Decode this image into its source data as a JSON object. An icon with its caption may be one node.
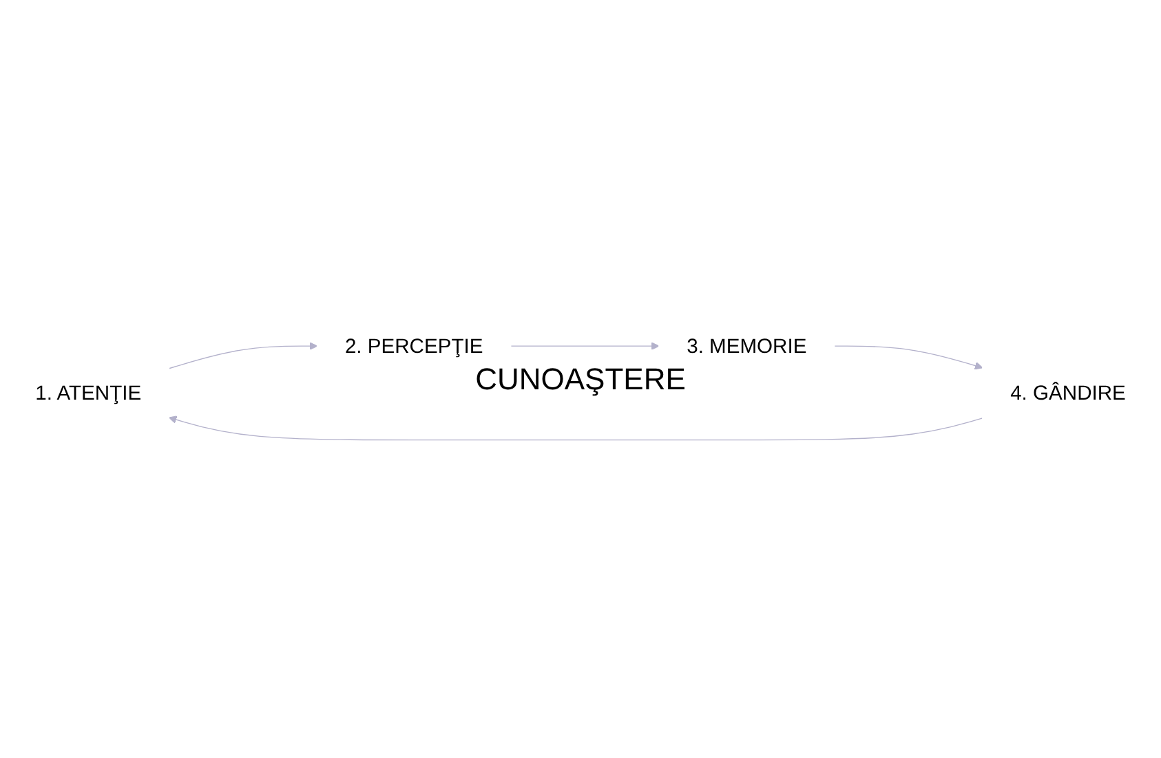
{
  "diagram": {
    "nodes": [
      {
        "text": [
          "1. ATENŢIE"
        ]
      },
      {
        "text": [
          "2. PERCEPŢIE"
        ]
      },
      {
        "text": [
          "3. MEMORIE"
        ]
      },
      {
        "text": [
          "4. GÂNDIRE"
        ]
      }
    ],
    "edges": [
      {
        "from": 0,
        "to": 1,
        "arrow": "to"
      },
      {
        "from": 1,
        "to": 2,
        "arrow": "to"
      },
      {
        "from": 2,
        "to": 3,
        "arrow": "to"
      },
      {
        "from": 3,
        "to": 0,
        "arrow": "to"
      }
    ],
    "labels": [
      "CUNOAŞTERE"
    ]
  }
}
